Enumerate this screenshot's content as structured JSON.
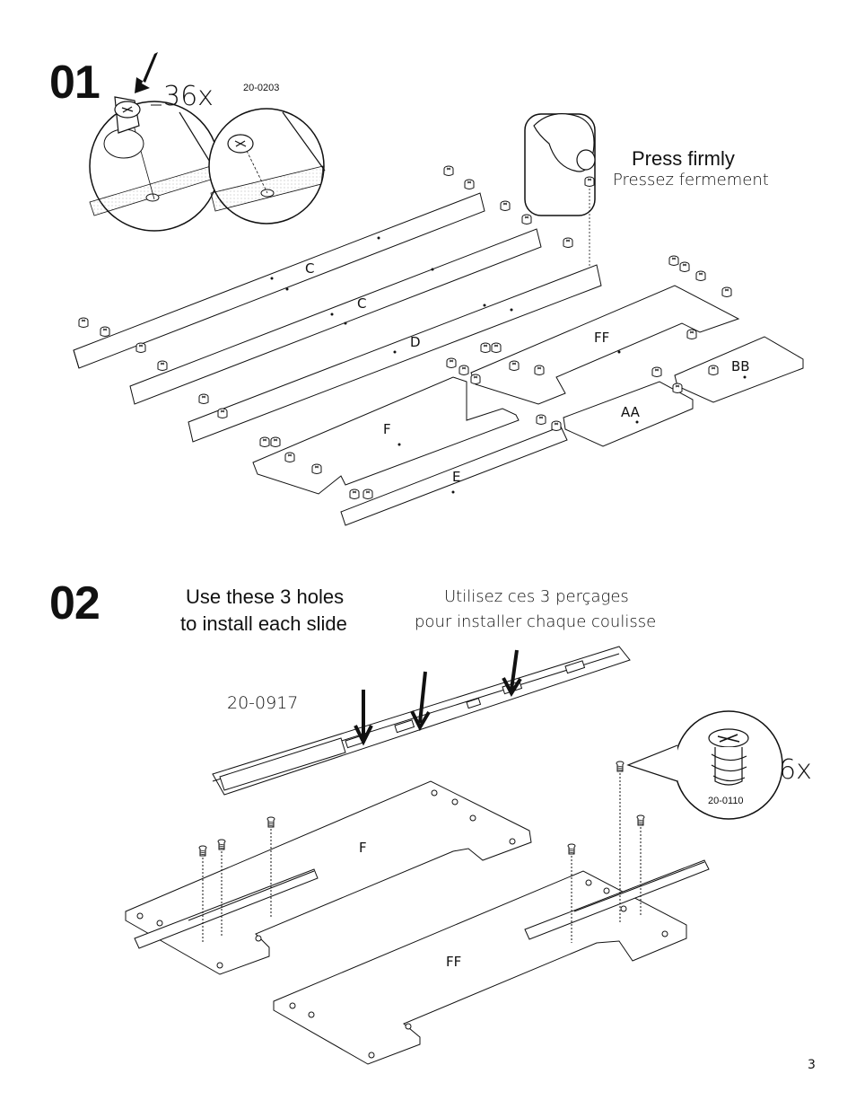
{
  "step1": {
    "number": "01",
    "quantity": "36x",
    "part_code": "20-0203",
    "instruction_en": "Press firmly",
    "instruction_fr": "Pressez fermement",
    "boards": [
      "C",
      "C",
      "D",
      "F",
      "E",
      "FF",
      "AA",
      "BB"
    ]
  },
  "step2": {
    "number": "02",
    "instruction_en_line1": "Use these 3 holes",
    "instruction_en_line2": "to install each slide",
    "instruction_fr_line1": "Utilisez ces 3 perçages",
    "instruction_fr_line2": "pour installer chaque coulisse",
    "slide_code": "20-0917",
    "screw_code": "20-0110",
    "quantity": "6x",
    "boards": [
      "F",
      "FF"
    ]
  },
  "page_number": "3"
}
